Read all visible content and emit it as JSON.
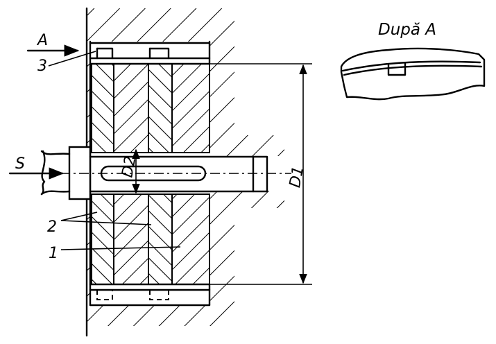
{
  "labels": {
    "view_title": "După A",
    "view_arrow": "A",
    "force": "S",
    "part_3": "3",
    "part_2": "2",
    "part_1": "1",
    "diameter_outer": "D1",
    "diameter_inner": "D2"
  }
}
